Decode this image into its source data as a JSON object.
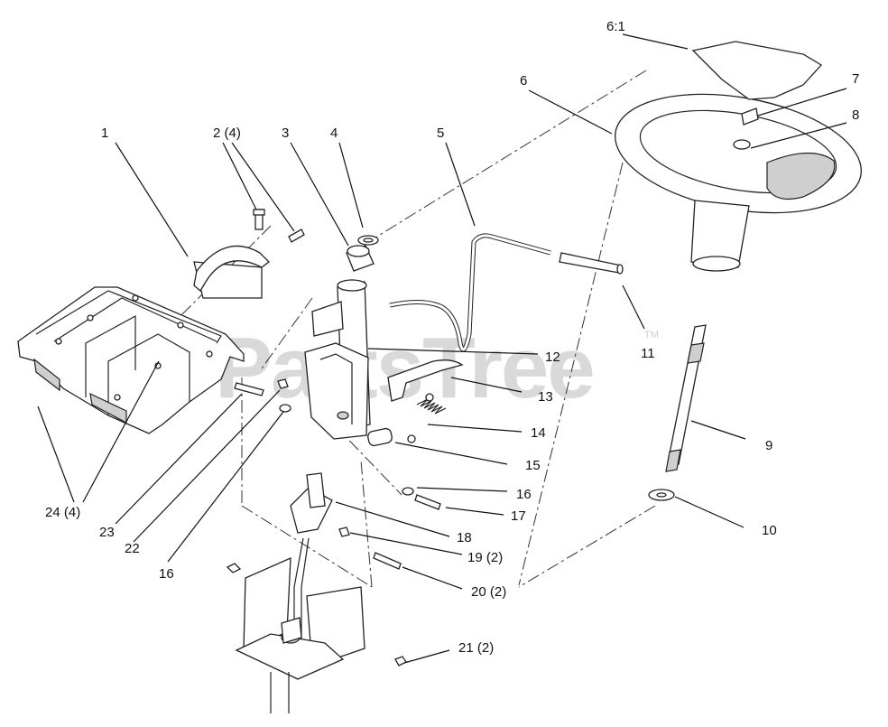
{
  "watermark": {
    "text": "PartsTree",
    "trademark": "TM"
  },
  "callouts": [
    {
      "id": "c1",
      "label": "1"
    },
    {
      "id": "c2",
      "label": "2 (4)"
    },
    {
      "id": "c3",
      "label": "3"
    },
    {
      "id": "c4",
      "label": "4"
    },
    {
      "id": "c5",
      "label": "5"
    },
    {
      "id": "c6",
      "label": "6"
    },
    {
      "id": "c6_1",
      "label": "6:1"
    },
    {
      "id": "c7",
      "label": "7"
    },
    {
      "id": "c8",
      "label": "8"
    },
    {
      "id": "c9",
      "label": "9"
    },
    {
      "id": "c10",
      "label": "10"
    },
    {
      "id": "c11",
      "label": "11"
    },
    {
      "id": "c12",
      "label": "12"
    },
    {
      "id": "c13",
      "label": "13"
    },
    {
      "id": "c14",
      "label": "14"
    },
    {
      "id": "c15",
      "label": "15"
    },
    {
      "id": "c16a",
      "label": "16"
    },
    {
      "id": "c16b",
      "label": "16"
    },
    {
      "id": "c17",
      "label": "17"
    },
    {
      "id": "c18",
      "label": "18"
    },
    {
      "id": "c19",
      "label": "19 (2)"
    },
    {
      "id": "c20",
      "label": "20 (2)"
    },
    {
      "id": "c21",
      "label": "21 (2)"
    },
    {
      "id": "c22",
      "label": "22"
    },
    {
      "id": "c23",
      "label": "23"
    },
    {
      "id": "c24",
      "label": "24 (4)"
    }
  ]
}
